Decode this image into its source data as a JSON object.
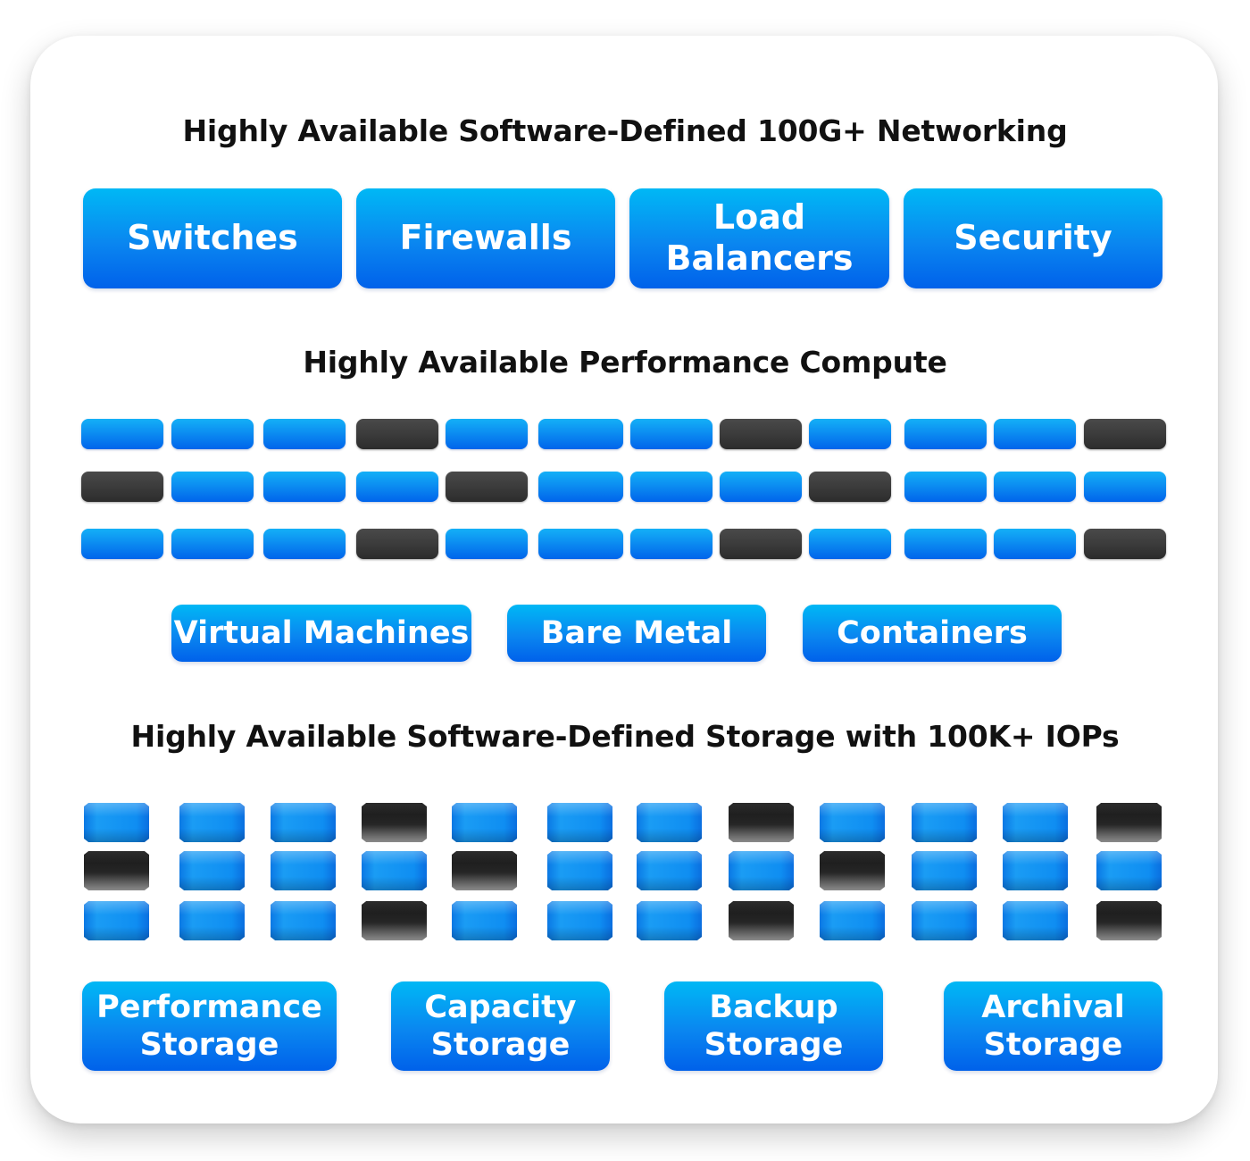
{
  "networking": {
    "heading": "Highly Available Software-Defined 100G+ Networking",
    "buttons": [
      {
        "label": "Switches"
      },
      {
        "label": "Firewalls"
      },
      {
        "label": "Load\nBalancers"
      },
      {
        "label": "Security"
      }
    ]
  },
  "compute": {
    "heading": "Highly Available Performance Compute",
    "rack_rows": [
      [
        "blue",
        "blue",
        "blue",
        "dark",
        "blue",
        "blue",
        "blue",
        "dark",
        "blue",
        "blue",
        "blue",
        "dark"
      ],
      [
        "dark",
        "blue",
        "blue",
        "blue",
        "dark",
        "blue",
        "blue",
        "blue",
        "dark",
        "blue",
        "blue",
        "blue"
      ],
      [
        "blue",
        "blue",
        "blue",
        "dark",
        "blue",
        "blue",
        "blue",
        "dark",
        "blue",
        "blue",
        "blue",
        "dark"
      ]
    ],
    "buttons": [
      {
        "label": "Virtual Machines"
      },
      {
        "label": "Bare Metal"
      },
      {
        "label": "Containers"
      }
    ]
  },
  "storage": {
    "heading": "Highly Available Software-Defined Storage with 100K+ IOPs",
    "disk_rows": [
      [
        "blue",
        "blue",
        "blue",
        "dark",
        "blue",
        "blue",
        "blue",
        "dark",
        "blue",
        "blue",
        "blue",
        "dark"
      ],
      [
        "dark",
        "blue",
        "blue",
        "blue",
        "dark",
        "blue",
        "blue",
        "blue",
        "dark",
        "blue",
        "blue",
        "blue"
      ],
      [
        "blue",
        "blue",
        "blue",
        "dark",
        "blue",
        "blue",
        "blue",
        "dark",
        "blue",
        "blue",
        "blue",
        "dark"
      ]
    ],
    "buttons": [
      {
        "label": "Performance\nStorage"
      },
      {
        "label": "Capacity\nStorage"
      },
      {
        "label": "Backup\nStorage"
      },
      {
        "label": "Archival\nStorage"
      }
    ]
  },
  "colors": {
    "blue_top": "#00b8f5",
    "blue_bottom": "#0061ea",
    "dark": "#333333",
    "heading_text": "#111111"
  }
}
